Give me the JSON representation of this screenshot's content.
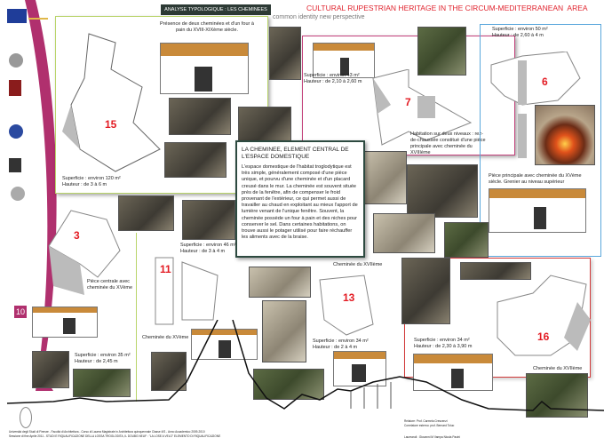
{
  "header": {
    "title": "CULTURAL RUPESTRIAN HERITAGE IN THE CIRCUM-MEDITERRANEAN  AREA",
    "subtitle": "common identity new perspective",
    "section_label": "ANALYSE TYPOLOGIQUE : LES CHEMINEES",
    "page_number": "10"
  },
  "colors": {
    "band": "#b0306e",
    "title": "#e0242e",
    "panel_green": "#b9d46a",
    "panel_magenta": "#c2407a",
    "panel_blue": "#5aa7dc",
    "panel_red": "#d23a3a"
  },
  "center_box": {
    "heading": "LA CHEMINEE, ELEMENT CENTRAL DE L'ESPACE DOMESTIQUE",
    "body": "L'espace domestique de l'habitat troglodytique est très simple, généralement composé d'une pièce unique, et pourvu d'une cheminée et d'un placard creusé dans le mur. La cheminée est souvent située près de la fenêtre, afin de compenser le froid provenant de l'extérieur, ce qui permet aussi de travailler au chaud en exploitant au mieux l'apport de lumière venant de l'unique fenêtre. Souvent, la cheminée possède un four à pain et des niches pour conserver le sel. Dans certaines habitations, on trouve aussi le potager utilisé pour faire réchauffer les aliments avec de la braise."
  },
  "units": [
    {
      "number": "15",
      "caption": "Présence de deux cheminées et d'un four à pain du XVIII-XIXème siècle.",
      "area": "Superficie : environ 120 m²",
      "height": "Hauteur : de 3 à 6 m"
    },
    {
      "number": "7",
      "area": "Superficie : environ 43 m²",
      "height": "Hauteur : de 2,10 à 2,60 m",
      "caption": "Habitation sur deux niveaux : rez-de-chaussée constitué d'une pièce principale avec cheminée du XVIIIème"
    },
    {
      "number": "6",
      "area": "Superficie : environ 50 m²",
      "height": "Hauteur : de 2,60 à 4 m",
      "caption": "Pièce principale avec cheminée du XVème siècle. Grenier au niveau supérieur"
    },
    {
      "number": "3",
      "caption": "Pièce centrale avec cheminée du XVème",
      "area": "Superficie : environ 35 m²",
      "height": "Hauteur : de 2,45 m"
    },
    {
      "number": "11",
      "area": "Superficie : environ 46 m²",
      "height": "Hauteur : de 3 à 4 m",
      "caption": "Cheminée du XVème"
    },
    {
      "number": "13",
      "caption": "Cheminée du XVIIème",
      "area": "Superficie : environ 34 m²",
      "height": "Hauteur : de 2 à 4 m"
    },
    {
      "number": "16",
      "area": "Superficie : environ 34 m²",
      "height": "Hauteur : de 2,30 à 3,90 m",
      "caption": "Cheminée du XVIIème"
    }
  ],
  "footer": {
    "institution_line1": "Università degli Studi di Firenze - Facoltà di Architettura - Corso di Laurea Magistrale in Architettura quinquennale Classe 4/S - Anno Accademico 2009-2010",
    "institution_line2": "Sessione di fine Aprile 2011 - STUDI E RIQUALIFICAZIONE DELLA LOSSA TROGLODITA, IL DOUBG NEUF : \"LA LOSE A VELO\" ELEMENTO DI RIQUALIFICAZIONE",
    "relatore": "Relatore: Prof. Carmela Crescenzi",
    "correlatore": "Correlatore esterno: prof. Bernard Toluo",
    "laureandi": "Laureandi : Giovanni M Vampa    Nicola Pacini"
  }
}
